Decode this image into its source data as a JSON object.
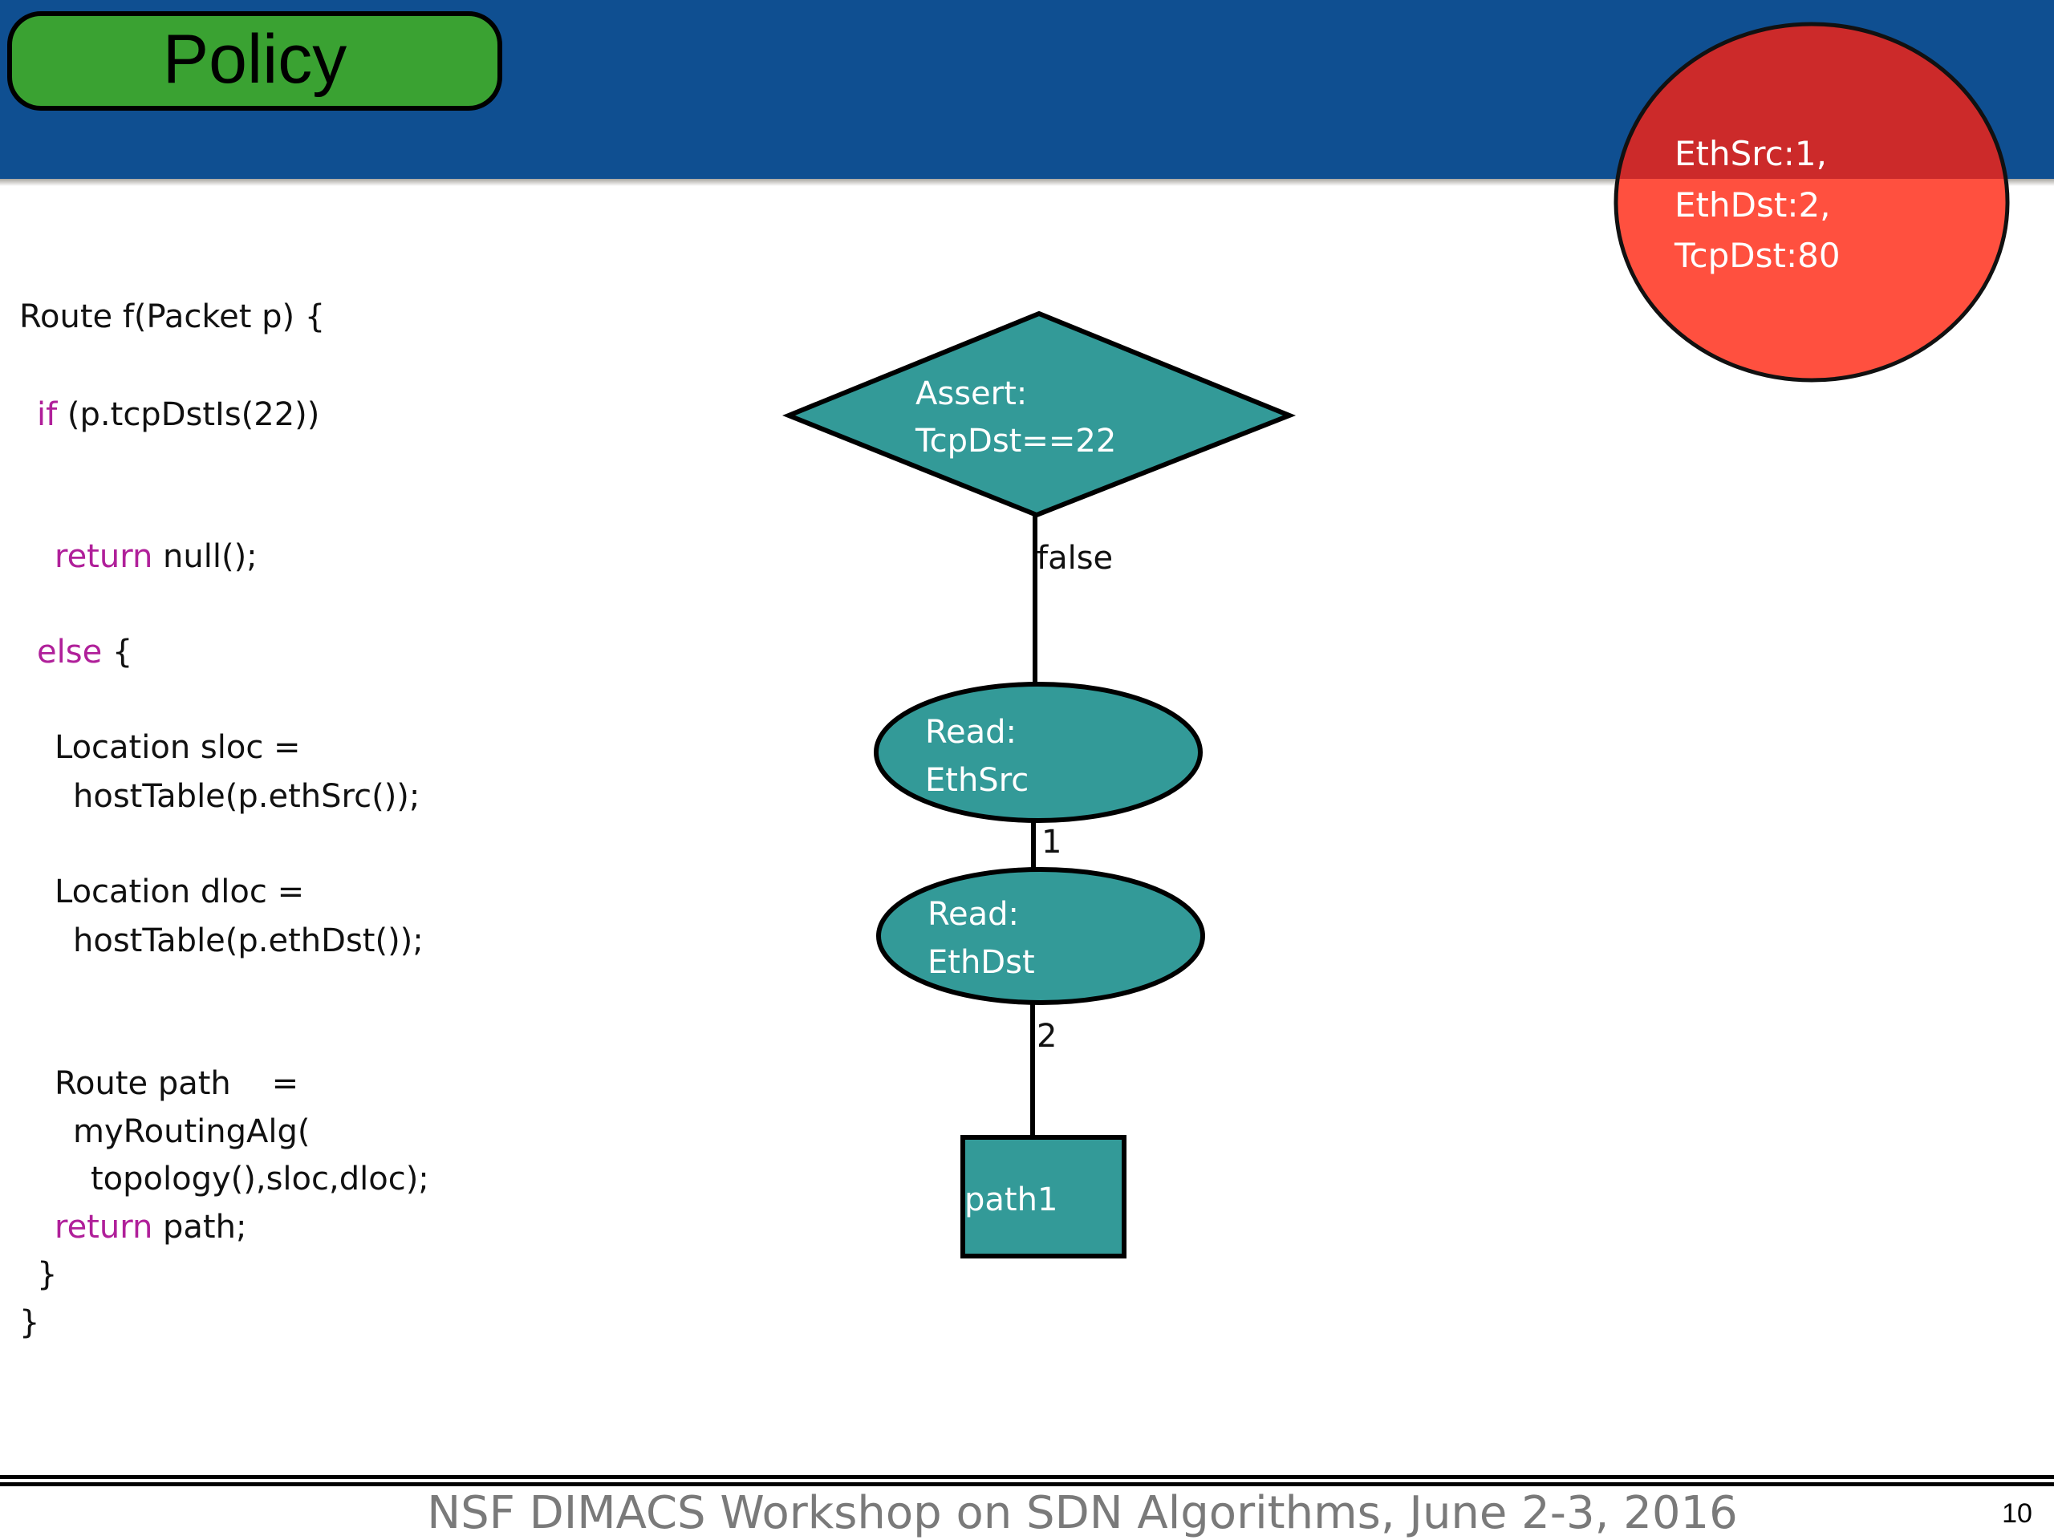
{
  "header": {
    "title": "Policy",
    "band_color": "#0f4f91",
    "pill_color": "#3aa232"
  },
  "packet": {
    "lines": [
      "EthSrc:1,",
      "EthDst:2,",
      "TcpDst:80"
    ],
    "color": "#ff503f"
  },
  "code": {
    "keyword_color": "#b0209a",
    "lines": [
      {
        "indent": 0,
        "keyword": "",
        "text": "Route f(Packet p) {"
      },
      {
        "indent": 1,
        "keyword": "if",
        "text": " (p.tcpDstIs(22))"
      },
      {
        "indent": 2,
        "keyword": "return",
        "text": " null();"
      },
      {
        "indent": 1,
        "keyword": "else",
        "text": " {"
      },
      {
        "indent": 2,
        "keyword": "",
        "text": "Location sloc ="
      },
      {
        "indent": 3,
        "keyword": "",
        "text": "hostTable(p.ethSrc());"
      },
      {
        "indent": 2,
        "keyword": "",
        "text": "Location dloc ="
      },
      {
        "indent": 3,
        "keyword": "",
        "text": "hostTable(p.ethDst());"
      },
      {
        "indent": 2,
        "keyword": "",
        "text": "Route path    ="
      },
      {
        "indent": 3,
        "keyword": "",
        "text": "myRoutingAlg("
      },
      {
        "indent": 4,
        "keyword": "",
        "text": "topology(),sloc,dloc);"
      },
      {
        "indent": 2,
        "keyword": "return",
        "text": " path;"
      },
      {
        "indent": 1,
        "keyword": "",
        "text": "}"
      },
      {
        "indent": 0,
        "keyword": "",
        "text": "}"
      }
    ]
  },
  "diagram": {
    "node_color": "#339a98",
    "nodes": [
      {
        "id": "assert",
        "shape": "diamond",
        "lines": [
          "Assert:",
          "TcpDst==22"
        ]
      },
      {
        "id": "read-ethsrc",
        "shape": "ellipse",
        "lines": [
          "Read:",
          "EthSrc"
        ]
      },
      {
        "id": "read-ethdst",
        "shape": "ellipse",
        "lines": [
          "Read:",
          "EthDst"
        ]
      },
      {
        "id": "path1",
        "shape": "rect",
        "lines": [
          "path1"
        ]
      }
    ],
    "edges": [
      {
        "from": "assert",
        "to": "read-ethsrc",
        "label": "false"
      },
      {
        "from": "read-ethsrc",
        "to": "read-ethdst",
        "label": "1"
      },
      {
        "from": "read-ethdst",
        "to": "path1",
        "label": "2"
      }
    ]
  },
  "footer": {
    "text": "NSF DIMACS Workshop on SDN Algorithms, June 2-3, 2016",
    "page_number": "10"
  }
}
